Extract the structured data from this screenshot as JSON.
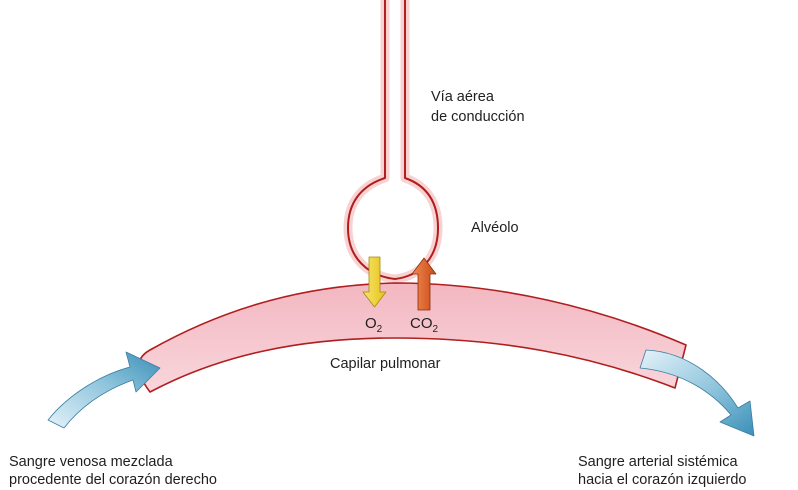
{
  "labels": {
    "airway": [
      "Vía aérea",
      "de conducción"
    ],
    "alveolus": "Alvéolo",
    "o2": {
      "base": "O",
      "sub": "2"
    },
    "co2": {
      "base": "CO",
      "sub": "2"
    },
    "capillary": "Capilar pulmonar",
    "venous_blood": [
      "Sangre venosa mezclada",
      "procedente del corazón derecho"
    ],
    "arterial_blood": [
      "Sangre arterial sistémica",
      "hacia el corazón izquierdo"
    ]
  },
  "colors": {
    "outline": "#b01e1e",
    "glow": "#f6c4c4",
    "capillary_fill": "#f7c7cf",
    "blood_arrow": "#8ec4dc",
    "blood_arrow_light": "#e4f2f9",
    "blood_arrow_dark": "#3a7ea0",
    "o2_arrow": "#f0d62e",
    "co2_arrow": "#e2652c"
  }
}
